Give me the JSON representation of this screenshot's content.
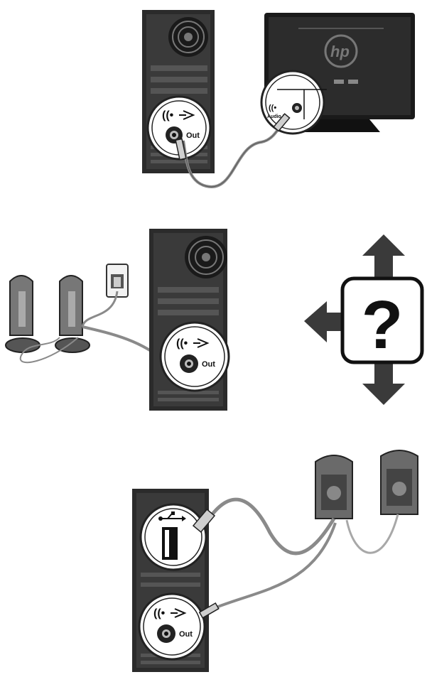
{
  "panel_monitor": {
    "monitor_logo": "hp",
    "out_label": "Out",
    "monitor_port_label": "Audio In"
  },
  "panel_speakers": {
    "out_label": "Out",
    "question_mark": "?"
  },
  "panel_usb_speakers": {
    "out_label": "Out"
  },
  "colors": {
    "tower": "#2b2b2b",
    "cable": "#8a8a8a",
    "arrow": "#3a3a3a",
    "callout_ring": "#ffffff"
  }
}
